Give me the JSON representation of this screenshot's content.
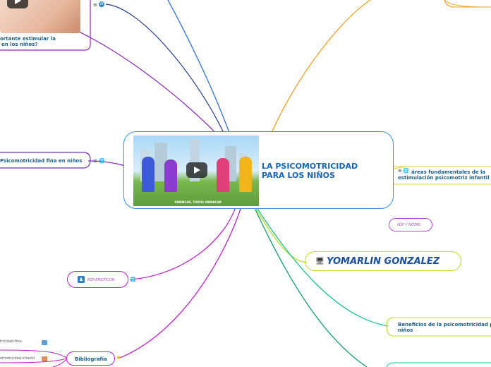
{
  "central": {
    "title_line1": "LA PSICOMOTRICIDAD",
    "title_line2": "PARA LOS NIÑOS",
    "video_caption": "#BRINCAR, TODOS #BRINCAR"
  },
  "nodes": {
    "top_left_question_line1": "ortante estimular la",
    "top_left_question_line2": "en los niños?",
    "fine_motor": "Psicomotricidad fina en niños",
    "pdf_emoticon": "PDF-EMOTICON",
    "bibliografia": "Bibliografía",
    "bib_link1": "tricidad-fina-",
    "bib_link2": "omotricidad-infantil",
    "areas_line1": "áreas fundamentales de la",
    "areas_line2": "estimulación psicomotriz infantil",
    "pdf_notas": "PDF Y NOTAS",
    "author": "YOMARLIN GONZALEZ",
    "beneficios_line1": "Beneficios de la psicomotricidad p",
    "beneficios_line2": "niños"
  },
  "icons": {
    "menu": "menu-icon",
    "globe": "globe-icon",
    "wordpress": "wordpress-icon",
    "computer": "computer-icon",
    "person": "person-icon",
    "star": "star-icon"
  },
  "colors": {
    "blue_branch": "#2f6fe6",
    "navy_branch": "#233a8c",
    "magenta_branch": "#c21fd0",
    "orange_branch": "#f4a023",
    "green_branch": "#12b07a",
    "lime_branch": "#b8e01e",
    "purple_branch": "#7a2dbf",
    "node_text": "#1b5e8a"
  }
}
